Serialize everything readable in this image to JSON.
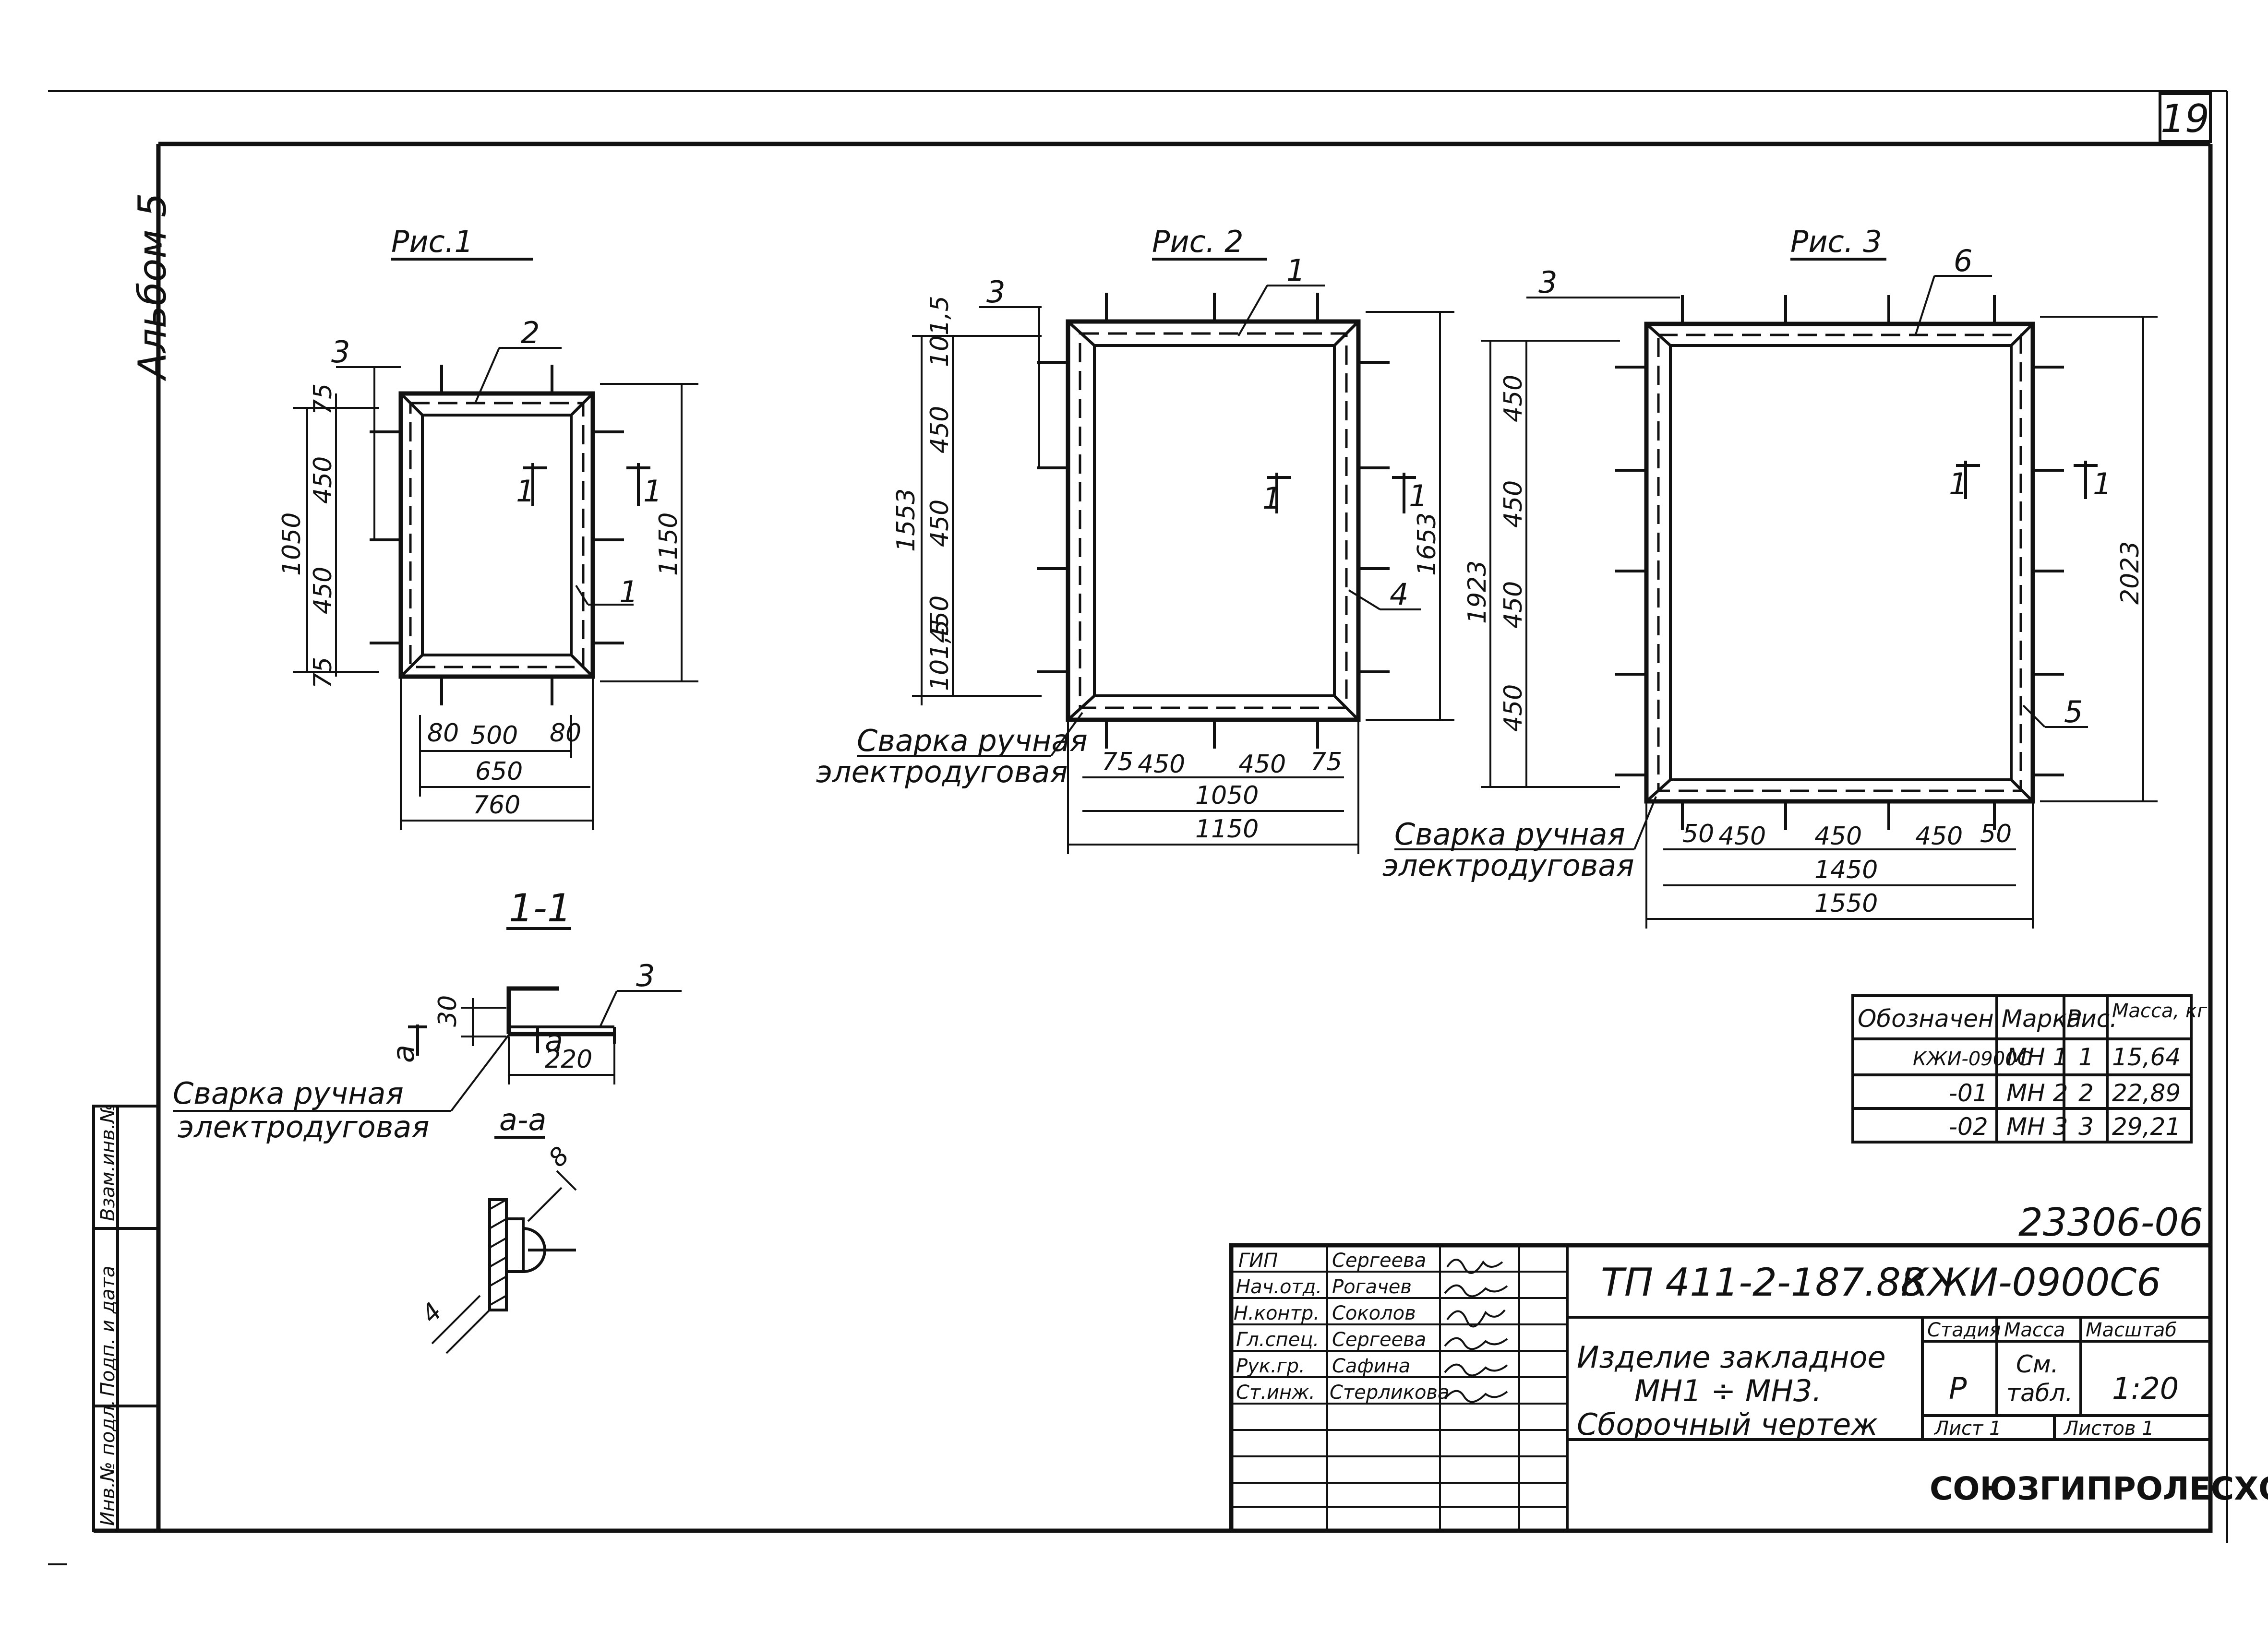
{
  "sheet": {
    "sheet_no": "19",
    "album": "Альбом 5",
    "inventory_stamp": [
      "Взам.инв.№",
      "Подп. и дата",
      "Инв.№ подл."
    ]
  },
  "fig1": {
    "title": "Рис.1",
    "callouts": [
      "3",
      "2",
      "1"
    ],
    "section_mark": "1",
    "dims_left": [
      "75",
      "450",
      "450",
      "75"
    ],
    "dim_total_left": "1050",
    "dim_total_right": "1150",
    "dims_bottom": [
      "80",
      "500",
      "80"
    ],
    "dim_650": "650",
    "dim_760": "760"
  },
  "fig2": {
    "title": "Рис. 2",
    "callouts": [
      "3",
      "1",
      "4"
    ],
    "section_mark": "1",
    "dims_left": [
      "101,5",
      "450",
      "450",
      "450",
      "101,5"
    ],
    "dim_total_left": "1553",
    "dim_total_right": "1653",
    "dims_bottom": [
      "75",
      "450",
      "450",
      "75"
    ],
    "dim_1050": "1050",
    "dim_1150": "1150",
    "weld_note": [
      "Сварка ручная",
      "электродуговая"
    ]
  },
  "fig3": {
    "title": "Рис. 3",
    "callouts": [
      "3",
      "6",
      "5"
    ],
    "section_mark": "1",
    "dims_left": [
      "450",
      "450",
      "450",
      "450"
    ],
    "dim_total_left": "1923",
    "dim_total_right": "2023",
    "dims_bottom": [
      "50",
      "450",
      "450",
      "450",
      "50"
    ],
    "dim_1450": "1450",
    "dim_1550": "1550",
    "weld_note": [
      "Сварка ручная",
      "электродуговая"
    ]
  },
  "section": {
    "title": "1-1",
    "callout": "3",
    "dim_30": "30",
    "dim_220": "220",
    "mark_a": "а",
    "weld_note": [
      "Сварка ручная",
      "электродуговая"
    ],
    "detail_title": "а-а",
    "dim_8": "8",
    "dim_4": "4"
  },
  "spec_table": {
    "headers": [
      "Обозначен.",
      "Марка",
      "Рис.",
      "Масса, кг"
    ],
    "rows": [
      [
        "КЖИ-0900С",
        "МН 1",
        "1",
        "15,64"
      ],
      [
        "-01",
        "МН 2",
        "2",
        "22,89"
      ],
      [
        "-02",
        "МН 3",
        "3",
        "29,21"
      ]
    ]
  },
  "title_block": {
    "archive_no": "23306-06",
    "project_code": "ТП 411-2-187.88",
    "doc_code": "КЖИ-0900С6",
    "name_lines": [
      "Изделие закладное",
      "МН1 ÷ МН3.",
      "Сборочный чертеж"
    ],
    "roles": [
      {
        "role": "ГИП",
        "name": "Сергеева"
      },
      {
        "role": "Нач.отд.",
        "name": "Рогачев"
      },
      {
        "role": "Н.контр.",
        "name": "Соколов"
      },
      {
        "role": "Гл.спец.",
        "name": "Сергеева"
      },
      {
        "role": "Рук.гр.",
        "name": "Сафина"
      },
      {
        "role": "Ст.инж.",
        "name": "Стерликова"
      }
    ],
    "stage_label": "Стадия",
    "mass_label": "Масса",
    "scale_label": "Масштаб",
    "stage_value": "Р",
    "mass_value": [
      "См.",
      "табл."
    ],
    "scale_value": "1:20",
    "sheet_label": "Лист 1",
    "sheets_label": "Листов 1",
    "organization": "СОЮЗГИПРОЛЕСХОЗ"
  }
}
